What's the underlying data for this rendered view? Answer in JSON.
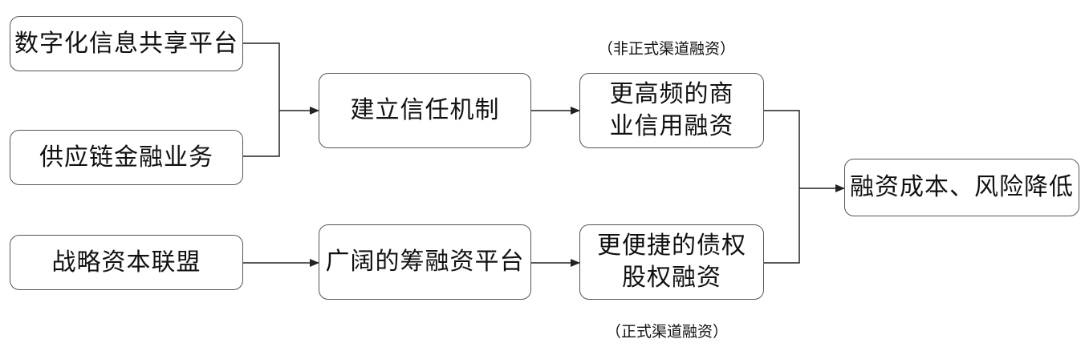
{
  "nodes": {
    "digital_platform": "数字化信息共享平台",
    "supply_chain": "供应链金融业务",
    "strategic_alliance": "战略资本联盟",
    "trust_mechanism": "建立信任机制",
    "financing_platform": "广阔的筹融资平台",
    "commercial_credit": [
      "更高频的商",
      "业信用融资"
    ],
    "debt_equity": [
      "更便捷的债权",
      "股权融资"
    ],
    "outcome": "融资成本、风险降低"
  },
  "notes": {
    "informal": "（非正式渠道融资）",
    "formal": "（正式渠道融资）"
  },
  "colors": {
    "line": "#222222",
    "border": "#555555"
  }
}
